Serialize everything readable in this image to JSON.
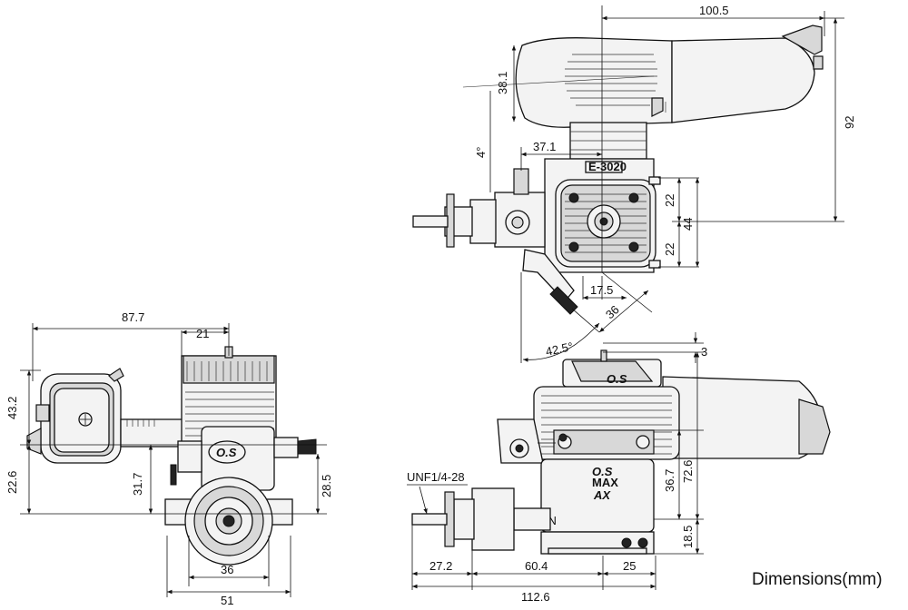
{
  "caption": "Dimensions(mm)",
  "labels": {
    "cyl_mark": "E-3020",
    "thread": "UNF1/4-28",
    "brand": "O.S",
    "model": "MAX",
    "model_code": "AX",
    "country": "JAPAN"
  },
  "dimensions": {
    "overall_top_length": "100.5",
    "muffler_offset": "38.1",
    "height_top": "92",
    "angle_small": "4°",
    "top_37_1": "37.1",
    "mount_upper": "22",
    "mount_lower": "22",
    "mount_total": "44",
    "bottom_17_5": "17.5",
    "carb_36": "36",
    "angle_42_5": "42.5°",
    "front_width": "87.7",
    "front_21": "21",
    "front_43_2": "43.2",
    "front_22_6": "22.6",
    "front_31_7": "31.7",
    "front_28_5": "28.5",
    "front_36": "36",
    "front_51": "51",
    "side_3": "3",
    "side_36_7": "36.7",
    "side_72_6": "72.6",
    "side_18_5": "18.5",
    "side_27_2": "27.2",
    "side_60_4": "60.4",
    "side_25": "25",
    "side_112_6": "112.6"
  }
}
